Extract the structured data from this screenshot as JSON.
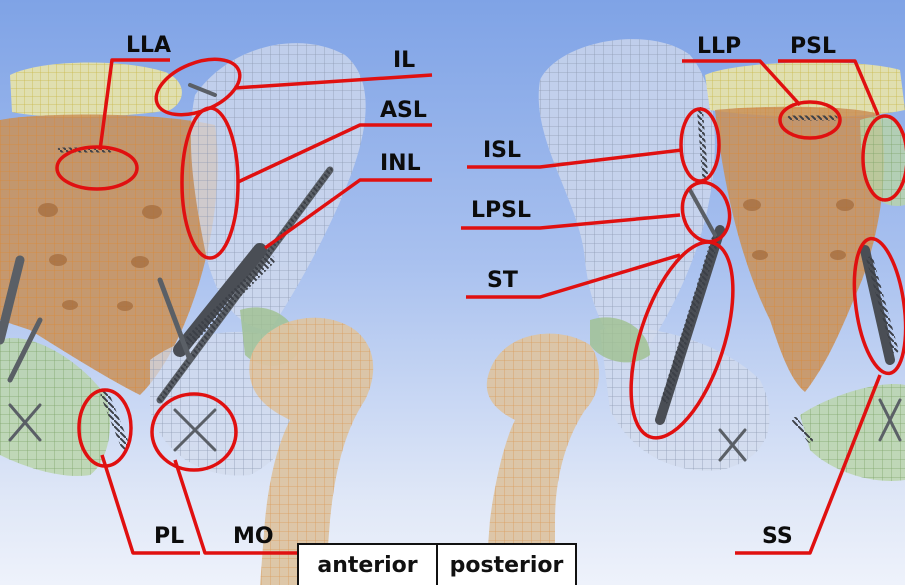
{
  "labels": {
    "LLA": "LLA",
    "IL": "IL",
    "ASL": "ASL",
    "INL": "INL",
    "ISL": "ISL",
    "LPSL": "LPSL",
    "ST": "ST",
    "LLP": "LLP",
    "PSL": "PSL",
    "PL": "PL",
    "MO": "MO",
    "SS": "SS"
  },
  "views": {
    "left": "anterior",
    "right": "posterior"
  },
  "colors": {
    "callout": "#e01010",
    "ilium_mesh": "#c9d3e6",
    "sacrum": "#c99058",
    "femur": "#d6b58e",
    "pubis": "#b9d4a8",
    "spine_top": "#efe7a6",
    "ligament_spring": "#5a5f66"
  }
}
